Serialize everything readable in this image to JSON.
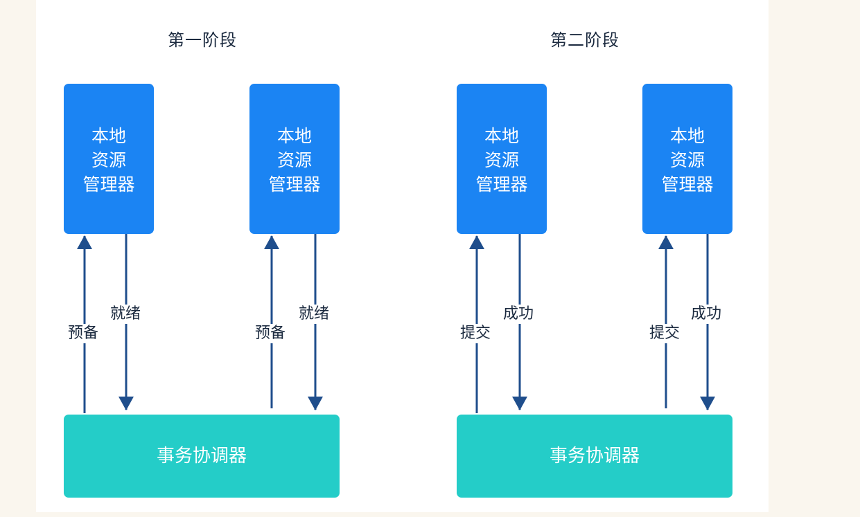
{
  "phase1": {
    "title": "第一阶段",
    "rm_left": "本地\n资源\n管理器",
    "rm_right": "本地\n资源\n管理器",
    "coordinator": "事务协调器",
    "up_label_left": "预备",
    "down_label_left": "就绪",
    "up_label_right": "预备",
    "down_label_right": "就绪"
  },
  "phase2": {
    "title": "第二阶段",
    "rm_left": "本地\n资源\n管理器",
    "rm_right": "本地\n资源\n管理器",
    "coordinator": "事务协调器",
    "up_label_left": "提交",
    "down_label_left": "成功",
    "up_label_right": "提交",
    "down_label_right": "成功"
  },
  "colors": {
    "resource_manager": "#1b84f3",
    "coordinator": "#24cdc8",
    "arrow": "#1f4e8c",
    "text": "#1b2a3f",
    "page_background": "#faf6ee",
    "canvas_background": "#ffffff"
  }
}
